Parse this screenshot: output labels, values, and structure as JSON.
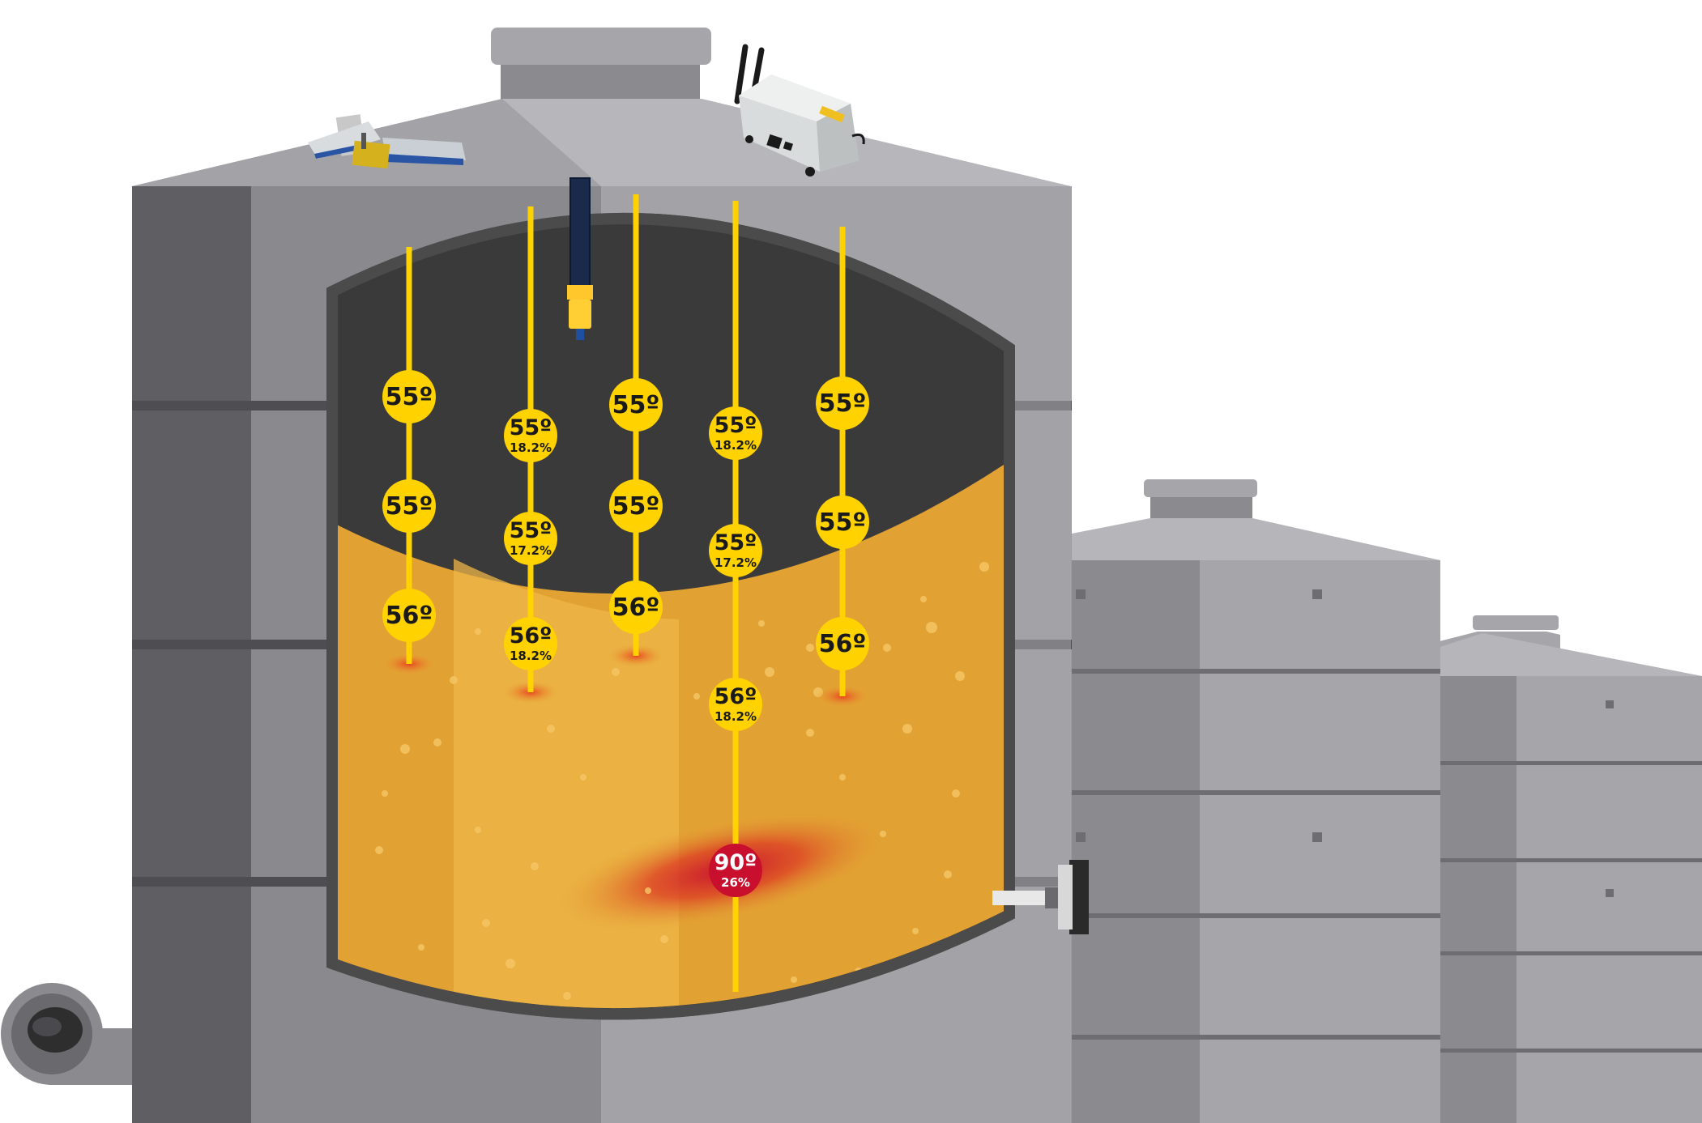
{
  "colors": {
    "silo_light": "#a6a6aa",
    "silo_mid": "#8a8a8e",
    "silo_dark": "#5e5e62",
    "interior_dark": "#3a3a3a",
    "grain": "#e2a233",
    "grain_light": "#edb548",
    "cable": "#ffd200",
    "sensor": "#ffd200",
    "hotspot": "#c8102e"
  },
  "icons": [
    "weather-station-icon",
    "gateway-box-icon",
    "level-sensor-icon",
    "aeration-fan-icon",
    "discharge-valve-icon"
  ],
  "cables": [
    {
      "name": "cable-1",
      "sensors": [
        {
          "temp": "55º",
          "humidity": ""
        },
        {
          "temp": "55º",
          "humidity": ""
        },
        {
          "temp": "56º",
          "humidity": ""
        }
      ]
    },
    {
      "name": "cable-2",
      "sensors": [
        {
          "temp": "55º",
          "humidity": "18.2%"
        },
        {
          "temp": "55º",
          "humidity": "17.2%"
        },
        {
          "temp": "56º",
          "humidity": "18.2%"
        }
      ]
    },
    {
      "name": "cable-3",
      "sensors": [
        {
          "temp": "55º",
          "humidity": ""
        },
        {
          "temp": "55º",
          "humidity": ""
        },
        {
          "temp": "56º",
          "humidity": ""
        }
      ]
    },
    {
      "name": "cable-4",
      "sensors": [
        {
          "temp": "55º",
          "humidity": "18.2%"
        },
        {
          "temp": "55º",
          "humidity": "17.2%"
        },
        {
          "temp": "56º",
          "humidity": "18.2%"
        },
        {
          "temp": "90º",
          "humidity": "26%",
          "alert": true
        }
      ]
    },
    {
      "name": "cable-5",
      "sensors": [
        {
          "temp": "55º",
          "humidity": ""
        },
        {
          "temp": "55º",
          "humidity": ""
        },
        {
          "temp": "56º",
          "humidity": ""
        }
      ]
    }
  ]
}
